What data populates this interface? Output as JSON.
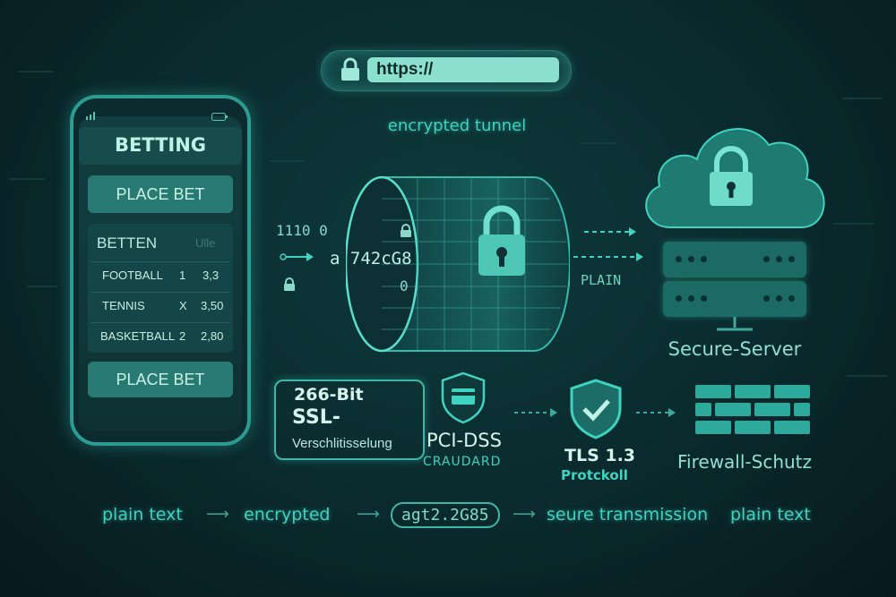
{
  "url_bar": {
    "text": "https://"
  },
  "tunnel_label": "encrypted tunnel",
  "phone": {
    "title": "BETTING",
    "place_bet_top": "PLACE BET",
    "table_header": "BETTEN",
    "header_faint": "Ulle",
    "rows": [
      {
        "sport": "FOOTBALL",
        "pick": "1",
        "odds": "3,3"
      },
      {
        "sport": "TENNIS",
        "pick": "X",
        "odds": "3,50"
      },
      {
        "sport": "BASKETBALL",
        "pick": "2",
        "odds": "2,80"
      }
    ],
    "place_bet_bottom": "PLACE BET"
  },
  "data_stream": {
    "bits_top": "1110 0",
    "cipher": "a 742cG8",
    "zero_bottom": "0",
    "plain_label": "PLAIN"
  },
  "server": {
    "label": "Secure-Server"
  },
  "ssl_box": {
    "line1": "266-Bit",
    "line2": "SSL-",
    "line3": "Verschlitisselung"
  },
  "pci": {
    "title": "PCI-DSS",
    "subtitle": "CRAUDARD"
  },
  "tls": {
    "title": "TLS 1.3",
    "subtitle": "Protckoll"
  },
  "firewall": {
    "label": "Firewall-Schutz"
  },
  "flow": {
    "step1": "plain text",
    "step2": "encrypted",
    "step3": "agt2.2G85",
    "step4": "seure transmission",
    "step5": "plain text"
  },
  "colors": {
    "accent": "#3fd3c1",
    "background": "#0a2a2d",
    "panel": "#1c6a64"
  },
  "icons": [
    "padlock-icon",
    "shield-card-icon",
    "shield-check-icon",
    "cloud-icon",
    "brick-wall-icon",
    "arrow-right-icon",
    "signal-icon",
    "battery-icon"
  ]
}
